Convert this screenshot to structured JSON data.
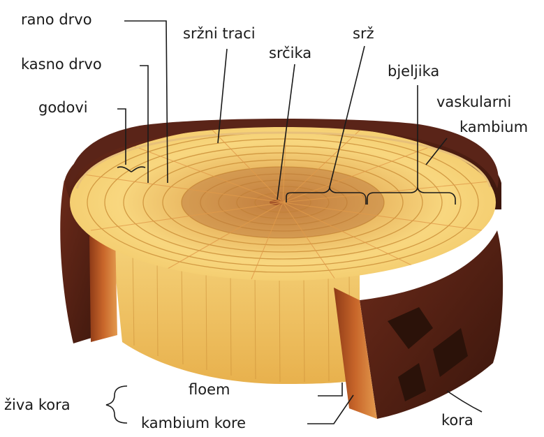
{
  "labels": {
    "rano_drvo": "rano drvo",
    "kasno_drvo": "kasno drvo",
    "godovi": "godovi",
    "srzni_traci": "sržni traci",
    "srcika": "srčika",
    "srz": "srž",
    "bjeljika": "bjeljika",
    "vaskularni_kambium_line1": "vaskularni",
    "vaskularni_kambium_line2": "kambium",
    "ziva_kora": "živa kora",
    "floem": "floem",
    "kambium_kore": "kambium kore",
    "kora": "kora"
  },
  "colors": {
    "bark": "#5a2418",
    "bark_dark": "#2b1209",
    "sapwood": "#f7d37a",
    "heartwood": "#d9a25a",
    "pith_ring": "#c47a3c",
    "side_wood": "#f2c868",
    "inner_bark": "#b5541f",
    "leader_line": "#1a1a1a"
  }
}
